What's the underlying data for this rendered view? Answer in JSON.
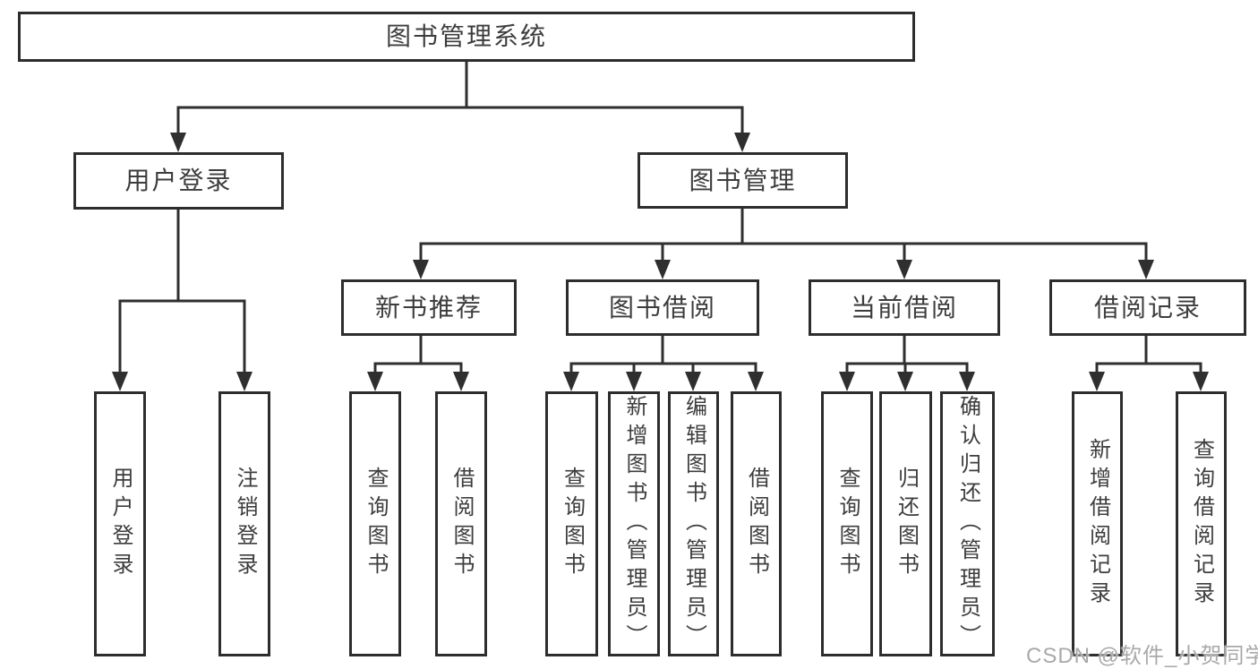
{
  "diagram": {
    "root": "图书管理系统",
    "branches": {
      "userLogin": "用户登录",
      "bookMgmt": "图书管理"
    },
    "modules": {
      "newBookRec": "新书推荐",
      "bookBorrow": "图书借阅",
      "currentBorrow": "当前借阅",
      "borrowRecord": "借阅记录"
    },
    "leaves": {
      "login": "用户登录",
      "logout": "注销登录",
      "recQueryBooks": "查询图书",
      "recBorrowBooks": "借阅图书",
      "bbQueryBooks": "查询图书",
      "bbAddBooks": "新增图书（管理员）",
      "bbEditBooks": "编辑图书（管理员）",
      "bbBorrowBooks": "借阅图书",
      "cbQueryBooks": "查询图书",
      "cbReturnBooks": "归还图书",
      "cbConfirmReturn": "确认归还（管理员）",
      "brAddRecord": "新增借阅记录",
      "brQueryRecord": "查询借阅记录"
    }
  },
  "watermark": "CSDN @软件_小贺同学",
  "colors": {
    "line": "#2f2f2f",
    "box_border": "#2d2d2d",
    "text": "#3d3d3d",
    "background": "#ffffff",
    "watermark": "#a9a9a9"
  }
}
